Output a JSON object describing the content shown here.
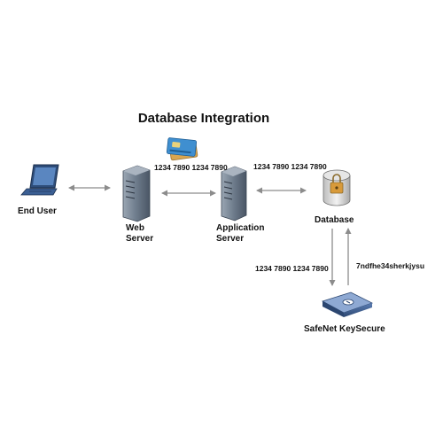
{
  "diagram": {
    "title": "Database Integration",
    "nodes": {
      "end_user": {
        "label": "End User"
      },
      "web_server": {
        "label_line1": "Web",
        "label_line2": "Server"
      },
      "app_server": {
        "label_line1": "Application",
        "label_line2": "Server"
      },
      "database": {
        "label": "Database"
      },
      "keysecure": {
        "label": "SafeNet KeySecure"
      }
    },
    "data_labels": {
      "web_to_app": "1234 7890 1234 7890",
      "app_to_db": "1234 7890 1234 7890",
      "db_to_keysecure": "1234 7890 1234 7890",
      "keysecure_to_db": "7ndfhe34sherkjysu"
    }
  },
  "colors": {
    "arrow": "#8c8c8c",
    "server_body": "#5f6d7d",
    "laptop": "#2e4d7a",
    "card_blue": "#3f8fd0",
    "card_tan": "#d9a650",
    "keysecure_body": "#3a5a8a"
  }
}
